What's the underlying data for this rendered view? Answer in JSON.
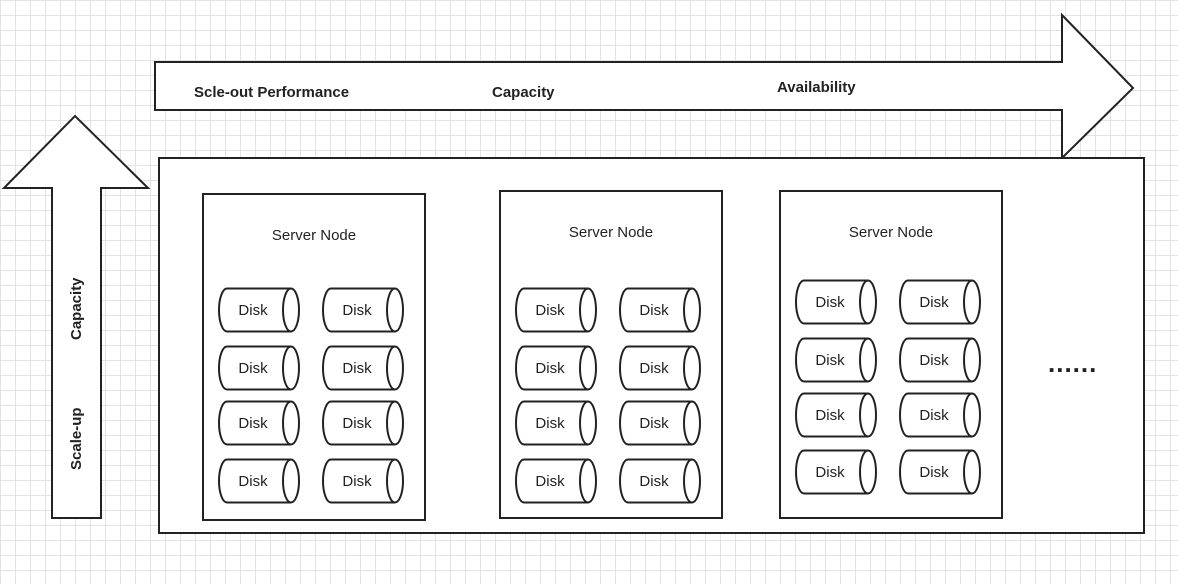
{
  "horizontal_arrow": {
    "labels": [
      "Scle-out Performance",
      "Capacity",
      "Availability"
    ]
  },
  "vertical_arrow": {
    "label_top": "Capacity",
    "label_bottom": "Scale-up"
  },
  "nodes": [
    {
      "title": "Server Node",
      "disks": [
        "Disk",
        "Disk",
        "Disk",
        "Disk",
        "Disk",
        "Disk",
        "Disk",
        "Disk"
      ]
    },
    {
      "title": "Server Node",
      "disks": [
        "Disk",
        "Disk",
        "Disk",
        "Disk",
        "Disk",
        "Disk",
        "Disk",
        "Disk"
      ]
    },
    {
      "title": "Server Node",
      "disks": [
        "Disk",
        "Disk",
        "Disk",
        "Disk",
        "Disk",
        "Disk",
        "Disk",
        "Disk"
      ]
    }
  ],
  "ellipsis": "......"
}
